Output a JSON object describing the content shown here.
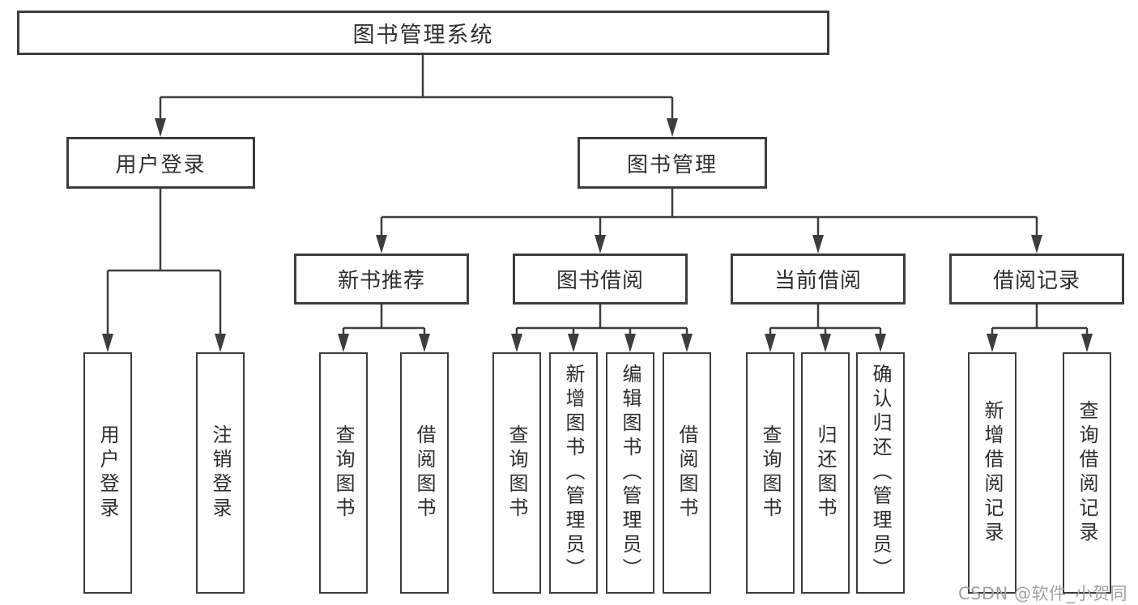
{
  "tree": {
    "root": {
      "label": "图书管理系统",
      "children": [
        {
          "label": "用户登录",
          "children": [
            {
              "label": "用户登录"
            },
            {
              "label": "注销登录"
            }
          ]
        },
        {
          "label": "图书管理",
          "children": [
            {
              "label": "新书推荐",
              "children": [
                {
                  "label": "查询图书"
                },
                {
                  "label": "借阅图书"
                }
              ]
            },
            {
              "label": "图书借阅",
              "children": [
                {
                  "label": "查询图书"
                },
                {
                  "label": "新增图书（管理员）"
                },
                {
                  "label": "编辑图书（管理员）"
                },
                {
                  "label": "借阅图书"
                }
              ]
            },
            {
              "label": "当前借阅",
              "children": [
                {
                  "label": "查询图书"
                },
                {
                  "label": "归还图书"
                },
                {
                  "label": "确认归还（管理员）"
                }
              ]
            },
            {
              "label": "借阅记录",
              "children": [
                {
                  "label": "新增借阅记录"
                },
                {
                  "label": "查询借阅记录"
                }
              ]
            }
          ]
        }
      ]
    }
  },
  "colors": {
    "line": "#3d3d3d",
    "border": "#3d3d3d",
    "text": "#2e2e2e",
    "watermark": "#a2a2a2"
  },
  "watermark": {
    "text": "CSDN @软件_小贺同学"
  }
}
